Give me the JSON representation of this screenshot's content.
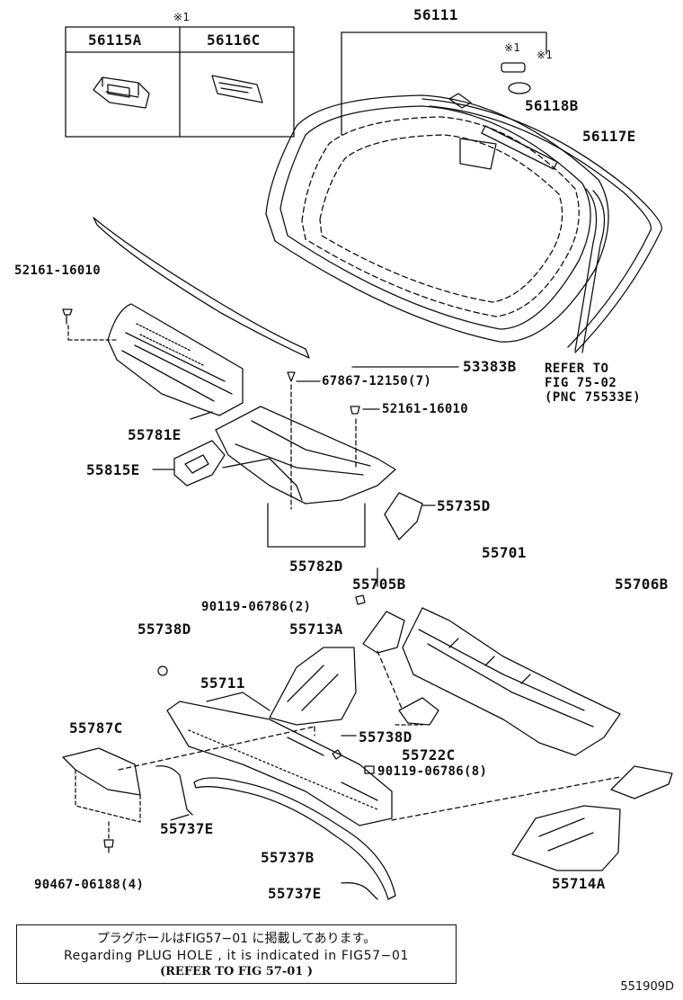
{
  "diagram": {
    "figure_id": "551909D",
    "inset_marker": "※1",
    "inset_parts": [
      "56115A",
      "56116C"
    ],
    "labels": {
      "p56111": "56111",
      "mark_a": "※1",
      "mark_b": "※1",
      "p56118B": "56118B",
      "p56117E": "56117E",
      "p52161_top": "52161-16010",
      "p53383B": "53383B",
      "p67867": "67867-12150(7)",
      "p52161_mid": "52161-16010",
      "ref_line1": "REFER TO",
      "ref_line2": "FIG 75-02",
      "ref_line3": "(PNC 75533E)",
      "p55781E": "55781E",
      "p55815E": "55815E",
      "p55735D": "55735D",
      "p55782D": "55782D",
      "p55701": "55701",
      "p55705B": "55705B",
      "p55706B": "55706B",
      "p90119_a": "90119-06786(2)",
      "p55738D_a": "55738D",
      "p55713A": "55713A",
      "p55711": "55711",
      "p55738D_b": "55738D",
      "p55722C": "55722C",
      "p55787C": "55787C",
      "p90119_b": "90119-06786(8)",
      "p55737E_a": "55737E",
      "p55737B": "55737B",
      "p55714A": "55714A",
      "p90467": "90467-06188(4)",
      "p55737E_b": "55737E"
    },
    "note": {
      "line1": "プラグホールはFIG57−01 に掲載してあります。",
      "line2": "Regarding  PLUG HOLE , it is indicated in FIG57−01",
      "line3": "(REFER TO FIG  57-01 )"
    }
  }
}
